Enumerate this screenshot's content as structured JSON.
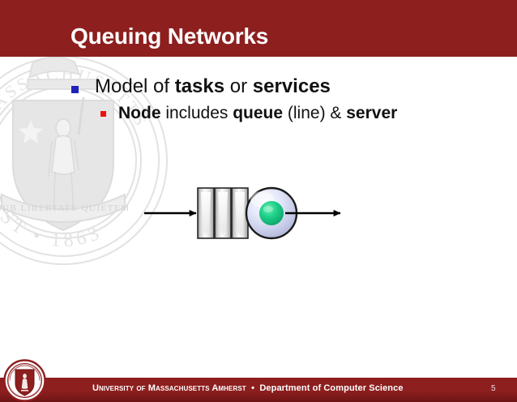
{
  "slide": {
    "title": "Queuing Networks",
    "page_number": "5",
    "header_color": "#8d1f1f",
    "background_color": "#ffffff"
  },
  "bullets": [
    {
      "level": 1,
      "marker_color": "#2222bb",
      "marker_icon": "square-bullet-icon",
      "segments": [
        {
          "text": "Model of ",
          "bold": false
        },
        {
          "text": "tasks",
          "bold": true
        },
        {
          "text": " or ",
          "bold": false
        },
        {
          "text": "services",
          "bold": true
        }
      ]
    },
    {
      "level": 2,
      "marker_color": "#ee1111",
      "marker_icon": "square-bullet-icon",
      "segments": [
        {
          "text": "Node",
          "bold": true
        },
        {
          "text": " includes ",
          "bold": false
        },
        {
          "text": "queue",
          "bold": true
        },
        {
          "text": " (line) & ",
          "bold": false
        },
        {
          "text": "server",
          "bold": true
        }
      ]
    }
  ],
  "diagram": {
    "name": "queuing-node-diagram",
    "description": "arrival arrow into a three-cell queue feeding a circular server, with a departure arrow",
    "queue_cells": 3,
    "queue_fill_light": "#ffffff",
    "queue_fill_shadow": "#9a9a9a",
    "queue_border": "#222222",
    "server_outer_color": "#c9cdea",
    "server_highlight_color": "#f0f2fb",
    "server_border": "#1a1a1a",
    "server_inner_color": "#18c97f",
    "arrow_color": "#000000"
  },
  "footer": {
    "university": "University of Massachusetts Amherst",
    "separator": "•",
    "department": "Department of Computer Science",
    "seal_icon": "umass-seal-icon",
    "bar_color": "#8d1f1f"
  },
  "watermark": {
    "icon": "massachusetts-state-seal-watermark",
    "ring_text_top": "MASSACHUSETTS",
    "ring_text_bottom": "AMHERST",
    "year": "1863",
    "motto": "SUB LIBERTATE QUIETEM",
    "color": "#e0e0e0"
  }
}
